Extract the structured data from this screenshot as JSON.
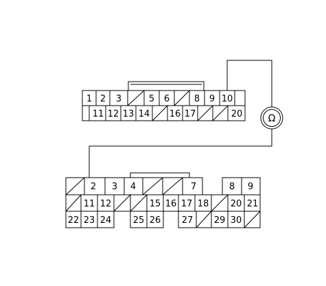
{
  "meter": {
    "symbol": "Ω",
    "icon": "ohmmeter-icon"
  },
  "connector_a": {
    "rows": [
      [
        "1",
        "2",
        "3",
        "/",
        "5",
        "6",
        "/",
        "8",
        "9",
        "10"
      ],
      [
        "",
        "11",
        "12",
        "13",
        "14",
        "/",
        "16",
        "17",
        "/",
        "/",
        "20"
      ]
    ]
  },
  "connector_b": {
    "rows": [
      [
        "/",
        "2",
        "3",
        "4",
        "/",
        "/",
        "7",
        "",
        "8",
        "9"
      ],
      [
        "/",
        "11",
        "12",
        "/",
        "/",
        "15",
        "16",
        "17",
        "18",
        "/",
        "20",
        "21"
      ],
      [
        "22",
        "23",
        "24",
        "",
        "25",
        "26",
        "",
        "27",
        "/",
        "29",
        "30",
        "/"
      ]
    ]
  }
}
